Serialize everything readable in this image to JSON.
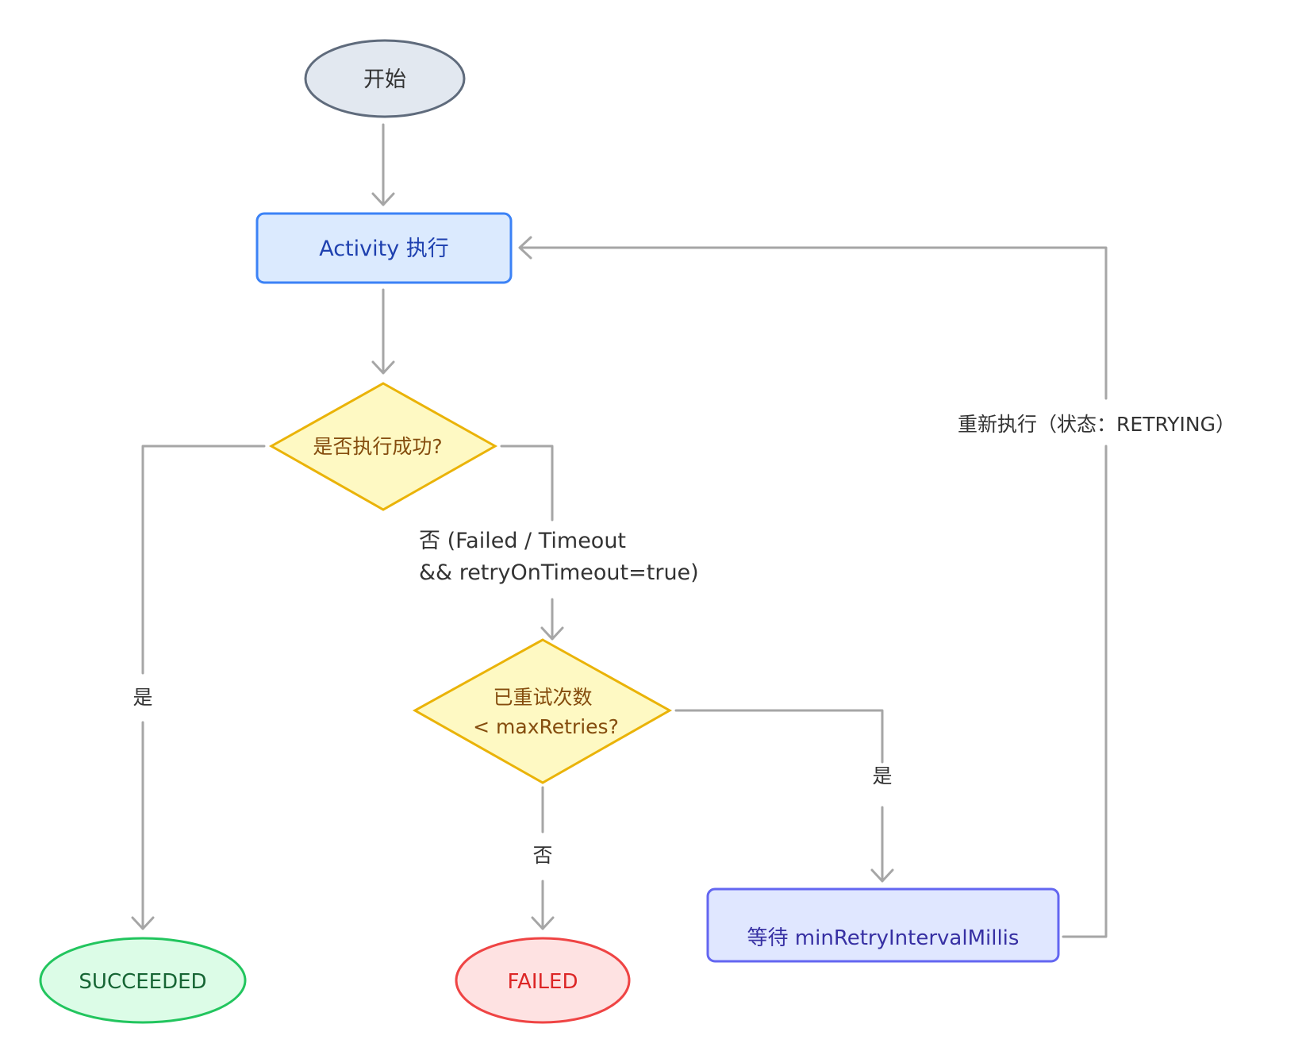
{
  "colors": {
    "edge": "#a6a6a6",
    "edge_label": "#333333",
    "terminal_fill": "#e2e8f0",
    "terminal_stroke": "#5f6b7c",
    "terminal_text": "#333333",
    "process_fill": "#dbeafe",
    "process_stroke": "#3b82f6",
    "process_text": "#1e40af",
    "decision_fill": "#fef9c3",
    "decision_stroke": "#eab308",
    "decision_text": "#854d0e",
    "success_fill": "#dcfce7",
    "success_stroke": "#22c55e",
    "success_text": "#166534",
    "fail_fill": "#fee2e2",
    "fail_stroke": "#ef4444",
    "fail_text": "#dc2626",
    "wait_fill": "#e0e7ff",
    "wait_stroke": "#6366f1",
    "wait_text": "#3730a3"
  },
  "nodes": {
    "start": {
      "label": "开始"
    },
    "activity": {
      "label": "Activity 执行"
    },
    "success_check": {
      "label": "是否执行成功?"
    },
    "retry_check": {
      "line1": "已重试次数",
      "line2": "< maxRetries?"
    },
    "succeeded": {
      "label": "SUCCEEDED"
    },
    "failed": {
      "label": "FAILED"
    },
    "wait": {
      "label": "等待 minRetryIntervalMillis"
    }
  },
  "edges": {
    "success_yes": {
      "label": "是"
    },
    "success_no": {
      "line1": "否 (Failed / Timeout",
      "line2": "&& retryOnTimeout=true)"
    },
    "retry_no": {
      "label": "否"
    },
    "retry_yes": {
      "label": "是"
    },
    "rerun": {
      "label": "重新执行（状态：RETRYING）"
    }
  }
}
